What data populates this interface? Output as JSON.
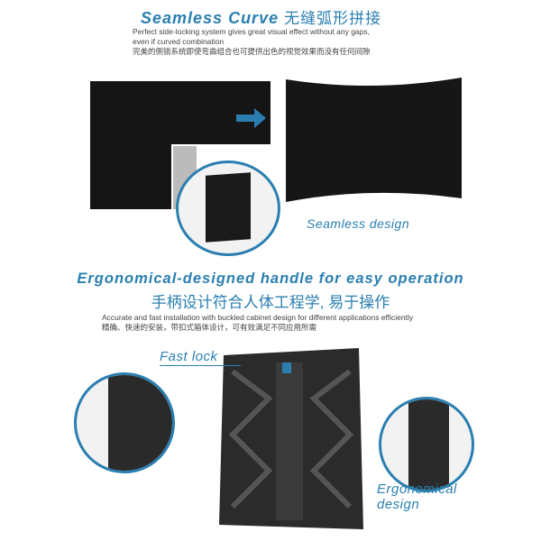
{
  "section1": {
    "title": "Seamless Curve",
    "title_cn": "无缝弧形拼接",
    "desc_line1": "Perfect side-locking system gives great visual effect without any gaps,",
    "desc_line2": "even if curved combination",
    "desc_cn": "完美的侧锁系统即使弯曲组合也可提供出色的视觉效果而没有任何间隙",
    "caption": "Seamless design"
  },
  "section2": {
    "title": "Ergonomical-designed handle for easy operation",
    "title_cn": "手柄设计符合人体工程学, 易于操作",
    "desc": "Accurate and fast installation with buckled cabinet design for different applications efficiently",
    "desc_cn": "精确、快速的安装，带扣式箱体设计，可有效满足不同应用所需",
    "label_fast_lock": "Fast lock",
    "label_ergonomical_1": "Ergonomical",
    "label_ergonomical_2": "design"
  },
  "colors": {
    "accent": "#2a7fb0",
    "panel": "#151515"
  }
}
